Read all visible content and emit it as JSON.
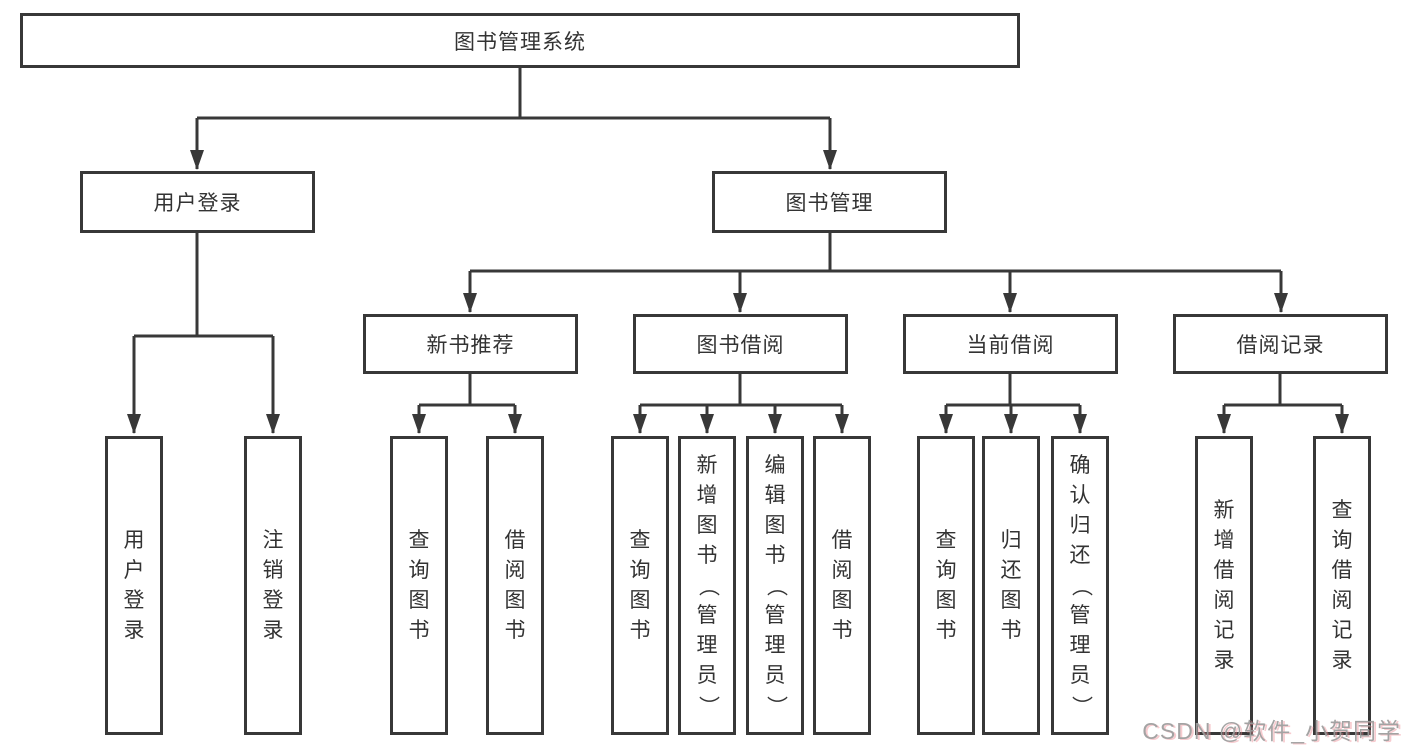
{
  "diagram": {
    "title": "图书管理系统",
    "root": {
      "label": "图书管理系统"
    },
    "level2": [
      {
        "id": "login",
        "label": "用户登录"
      },
      {
        "id": "manage",
        "label": "图书管理"
      }
    ],
    "level3": [
      {
        "id": "newbook",
        "label": "新书推荐"
      },
      {
        "id": "borrow",
        "label": "图书借阅"
      },
      {
        "id": "current",
        "label": "当前借阅"
      },
      {
        "id": "records",
        "label": "借阅记录"
      }
    ],
    "leaves": {
      "login": [
        "用户登录",
        "注销登录"
      ],
      "newbook": [
        "查询图书",
        "借阅图书"
      ],
      "borrow": [
        "查询图书",
        "新增图书（管理员）",
        "编辑图书（管理员）",
        "借阅图书"
      ],
      "current": [
        "查询图书",
        "归还图书",
        "确认归还（管理员）"
      ],
      "records": [
        "新增借阅记录",
        "查询借阅记录"
      ]
    }
  },
  "watermark": {
    "text": "CSDN @软件_小贺同学"
  },
  "colors": {
    "line": "#383838",
    "border": "#383838",
    "text": "#333333",
    "watermark_gray": "#9c9c9c",
    "watermark_pink": "#eb828c",
    "background": "#ffffff"
  }
}
